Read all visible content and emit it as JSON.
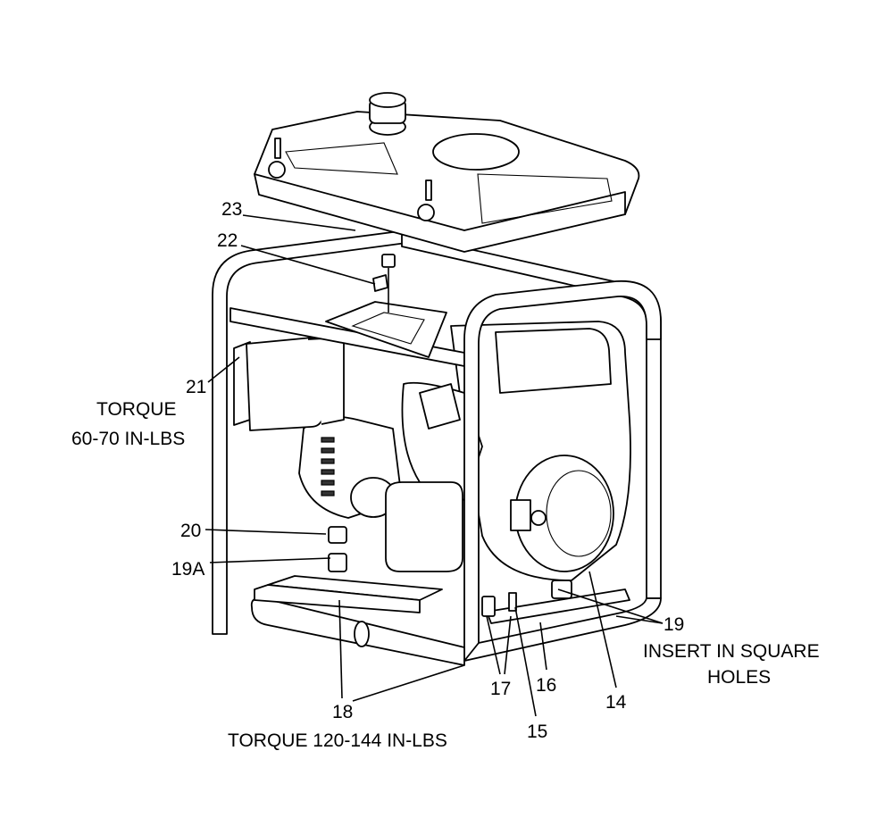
{
  "diagram": {
    "callouts": {
      "c23": "23",
      "c22": "22",
      "c21": "21",
      "c20": "20",
      "c19a": "19A",
      "c18": "18",
      "c17": "17",
      "c16": "16",
      "c15": "15",
      "c14": "14",
      "c19": "19"
    },
    "notes": {
      "torque_small_line1": "TORQUE",
      "torque_small_line2": "60-70 IN-LBS",
      "torque_large": "TORQUE 120-144 IN-LBS",
      "insert_line1": "INSERT IN SQUARE",
      "insert_line2": "HOLES"
    }
  }
}
